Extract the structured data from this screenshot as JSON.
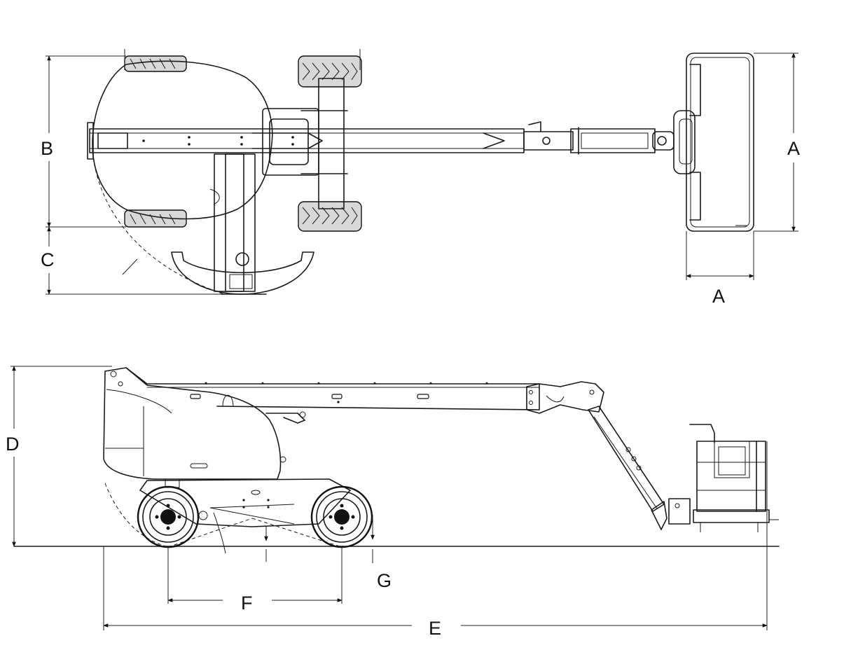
{
  "dimension_labels": {
    "A_top": "A",
    "A_bottom": "A",
    "B": "B",
    "C": "C",
    "D": "D",
    "E": "E",
    "F": "F",
    "G": "G"
  },
  "colors": {
    "line": "#1a1a1a",
    "background": "#ffffff",
    "tread": "#d8d8d8"
  }
}
